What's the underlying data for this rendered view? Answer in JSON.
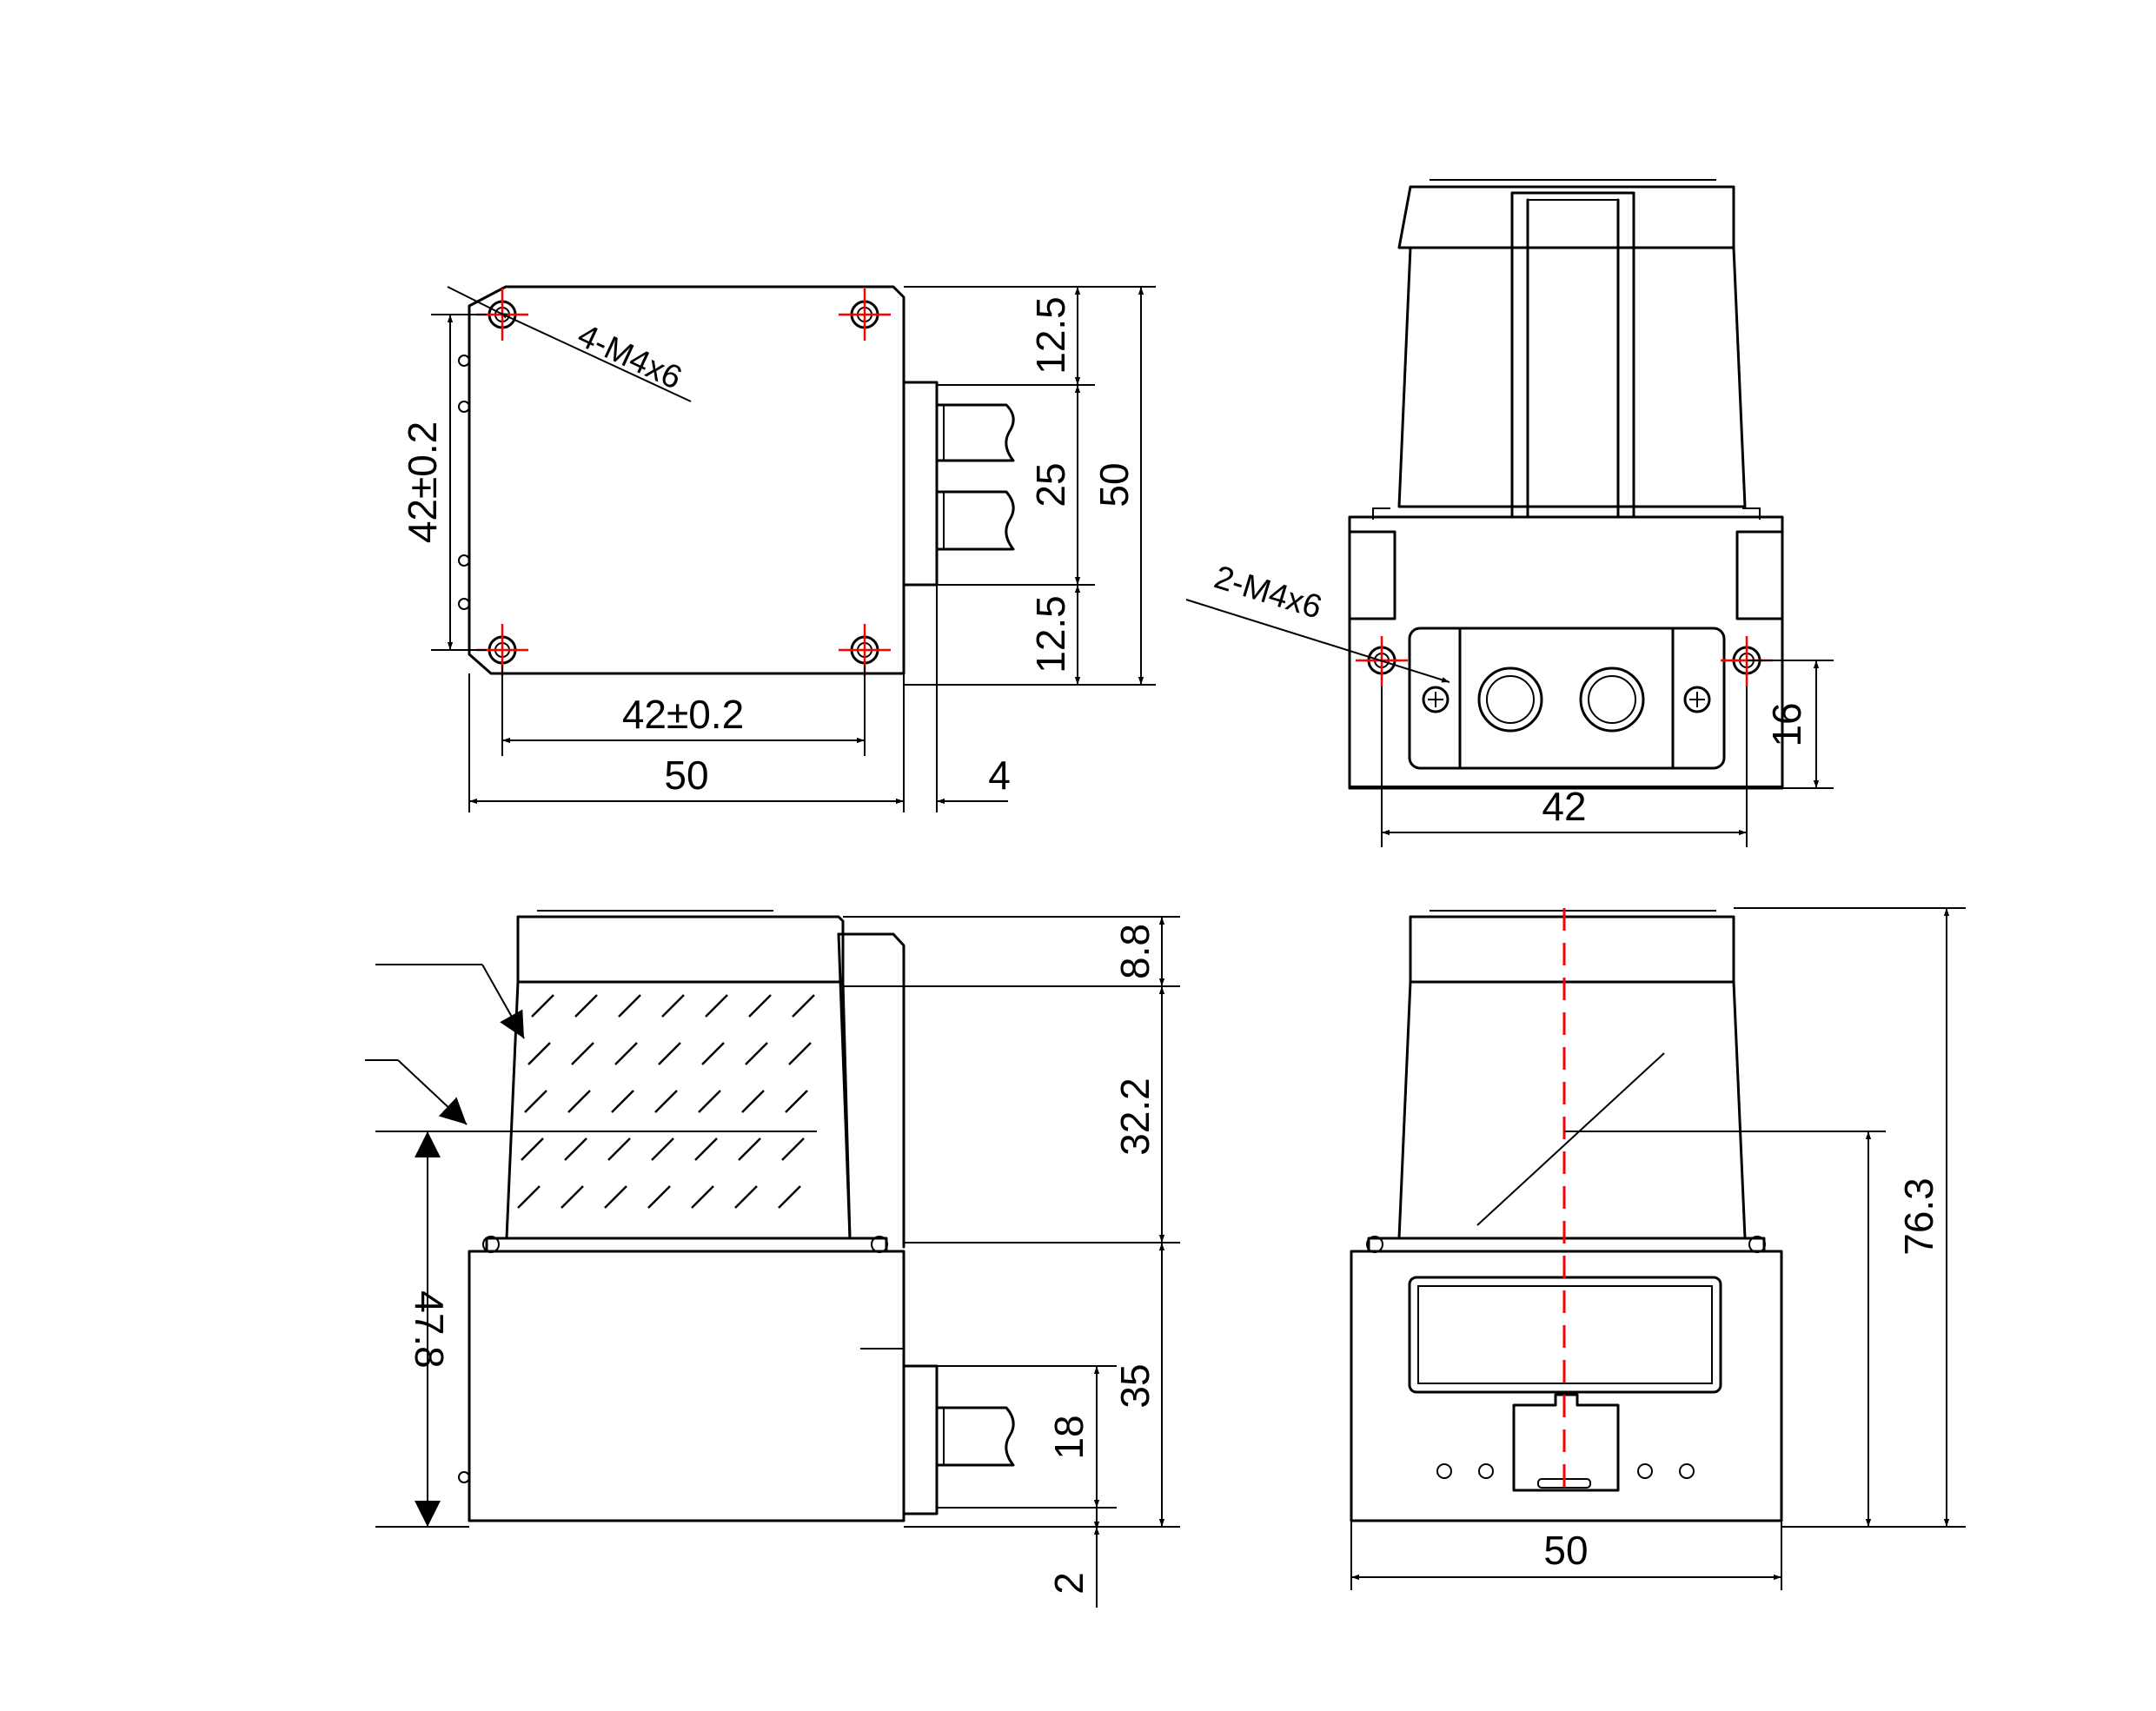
{
  "top_view": {
    "holes_callout": "4-M4x6",
    "dim_hole_spacing_vertical": "42±0.2",
    "dim_hole_spacing_horizontal": "42±0.2",
    "dim_width": "50",
    "dim_connector_depth": "4",
    "dim_top_offset": "12.5",
    "dim_connector_span": "25",
    "dim_bottom_offset": "12.5",
    "dim_height": "50"
  },
  "rear_view": {
    "holes_callout": "2-M4x6",
    "dim_hole_spacing": "42",
    "dim_hole_height": "16"
  },
  "side_view": {
    "dim_cap": "8.8",
    "dim_window": "32.2",
    "dim_base": "35",
    "dim_connector": "18",
    "dim_connector_offset": "2",
    "dim_optical_center": "47.8"
  },
  "front_view": {
    "dim_width": "50",
    "dim_total_height": "76.3"
  }
}
